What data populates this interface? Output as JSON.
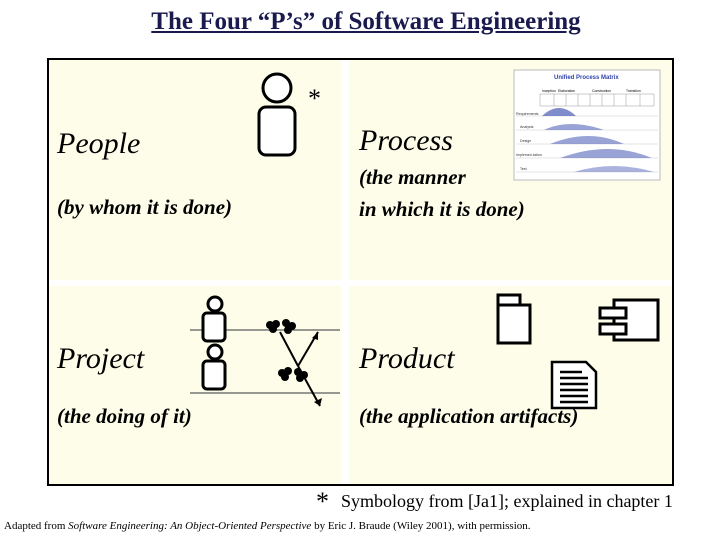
{
  "title": "The Four “P’s” of Software Engineering",
  "quadrants": {
    "people": {
      "heading": "People",
      "subtitle": "(by whom it is done)"
    },
    "process": {
      "heading": "Process",
      "subtitle_line1": "(the manner",
      "subtitle_line2": "in which it is done)"
    },
    "project": {
      "heading": "Project",
      "subtitle": "(the doing of it)"
    },
    "product": {
      "heading": "Product",
      "subtitle": "(the application artifacts)"
    }
  },
  "asterisk": "*",
  "footnote": {
    "mark": "*",
    "text": "Symbology from [Ja1]; explained in chapter 1"
  },
  "credit": {
    "before": "Adapted from ",
    "book": "Software Engineering: An Object-Oriented Perspective",
    "after": " by Eric J. Braude (Wiley 2001), with permission."
  },
  "process_matrix": {
    "title": "Unified Process Matrix",
    "phases": [
      "Inception",
      "Elaboration",
      "Construction",
      "Transition"
    ],
    "workflows": [
      "Requirements",
      "Analysis",
      "Design",
      "Implemen-tation",
      "Test"
    ]
  },
  "colors": {
    "title": "#1a1a4e",
    "cell_background": "#fdfde9",
    "border": "#000000"
  },
  "icons": [
    "person-icon",
    "project-people-icon",
    "project-network-icon",
    "package-icon",
    "component-icon",
    "document-icon",
    "process-matrix-image"
  ]
}
